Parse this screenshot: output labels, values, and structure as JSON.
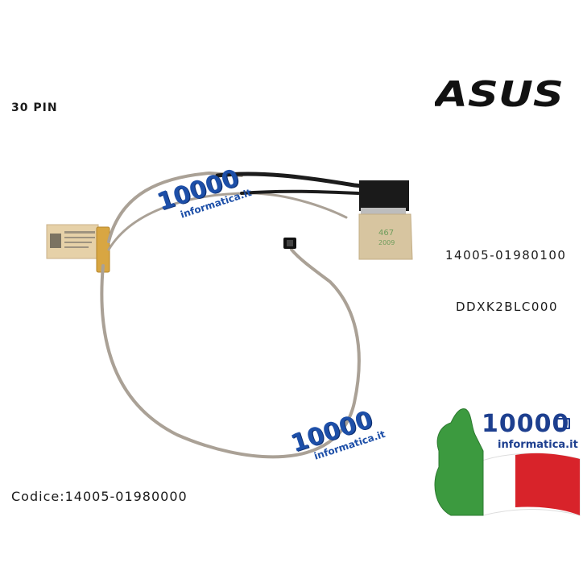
{
  "labels": {
    "pin": "30 PIN",
    "part_number_1": "14005-01980100",
    "part_number_2": "DDXK2BLC000",
    "codice": "Codice:14005-01980000"
  },
  "logo": {
    "brand": "ASUS"
  },
  "watermark": {
    "number": "10000",
    "site": "informatica.it"
  },
  "colors": {
    "text": "#1a1a1a",
    "watermark_blue": "#1d4fa8",
    "cable": "#a89f93",
    "italy_green": "#3c9a3f",
    "italy_red": "#d8232a"
  },
  "icons": [
    "laptop-icon",
    "thumbs-up-icon"
  ]
}
